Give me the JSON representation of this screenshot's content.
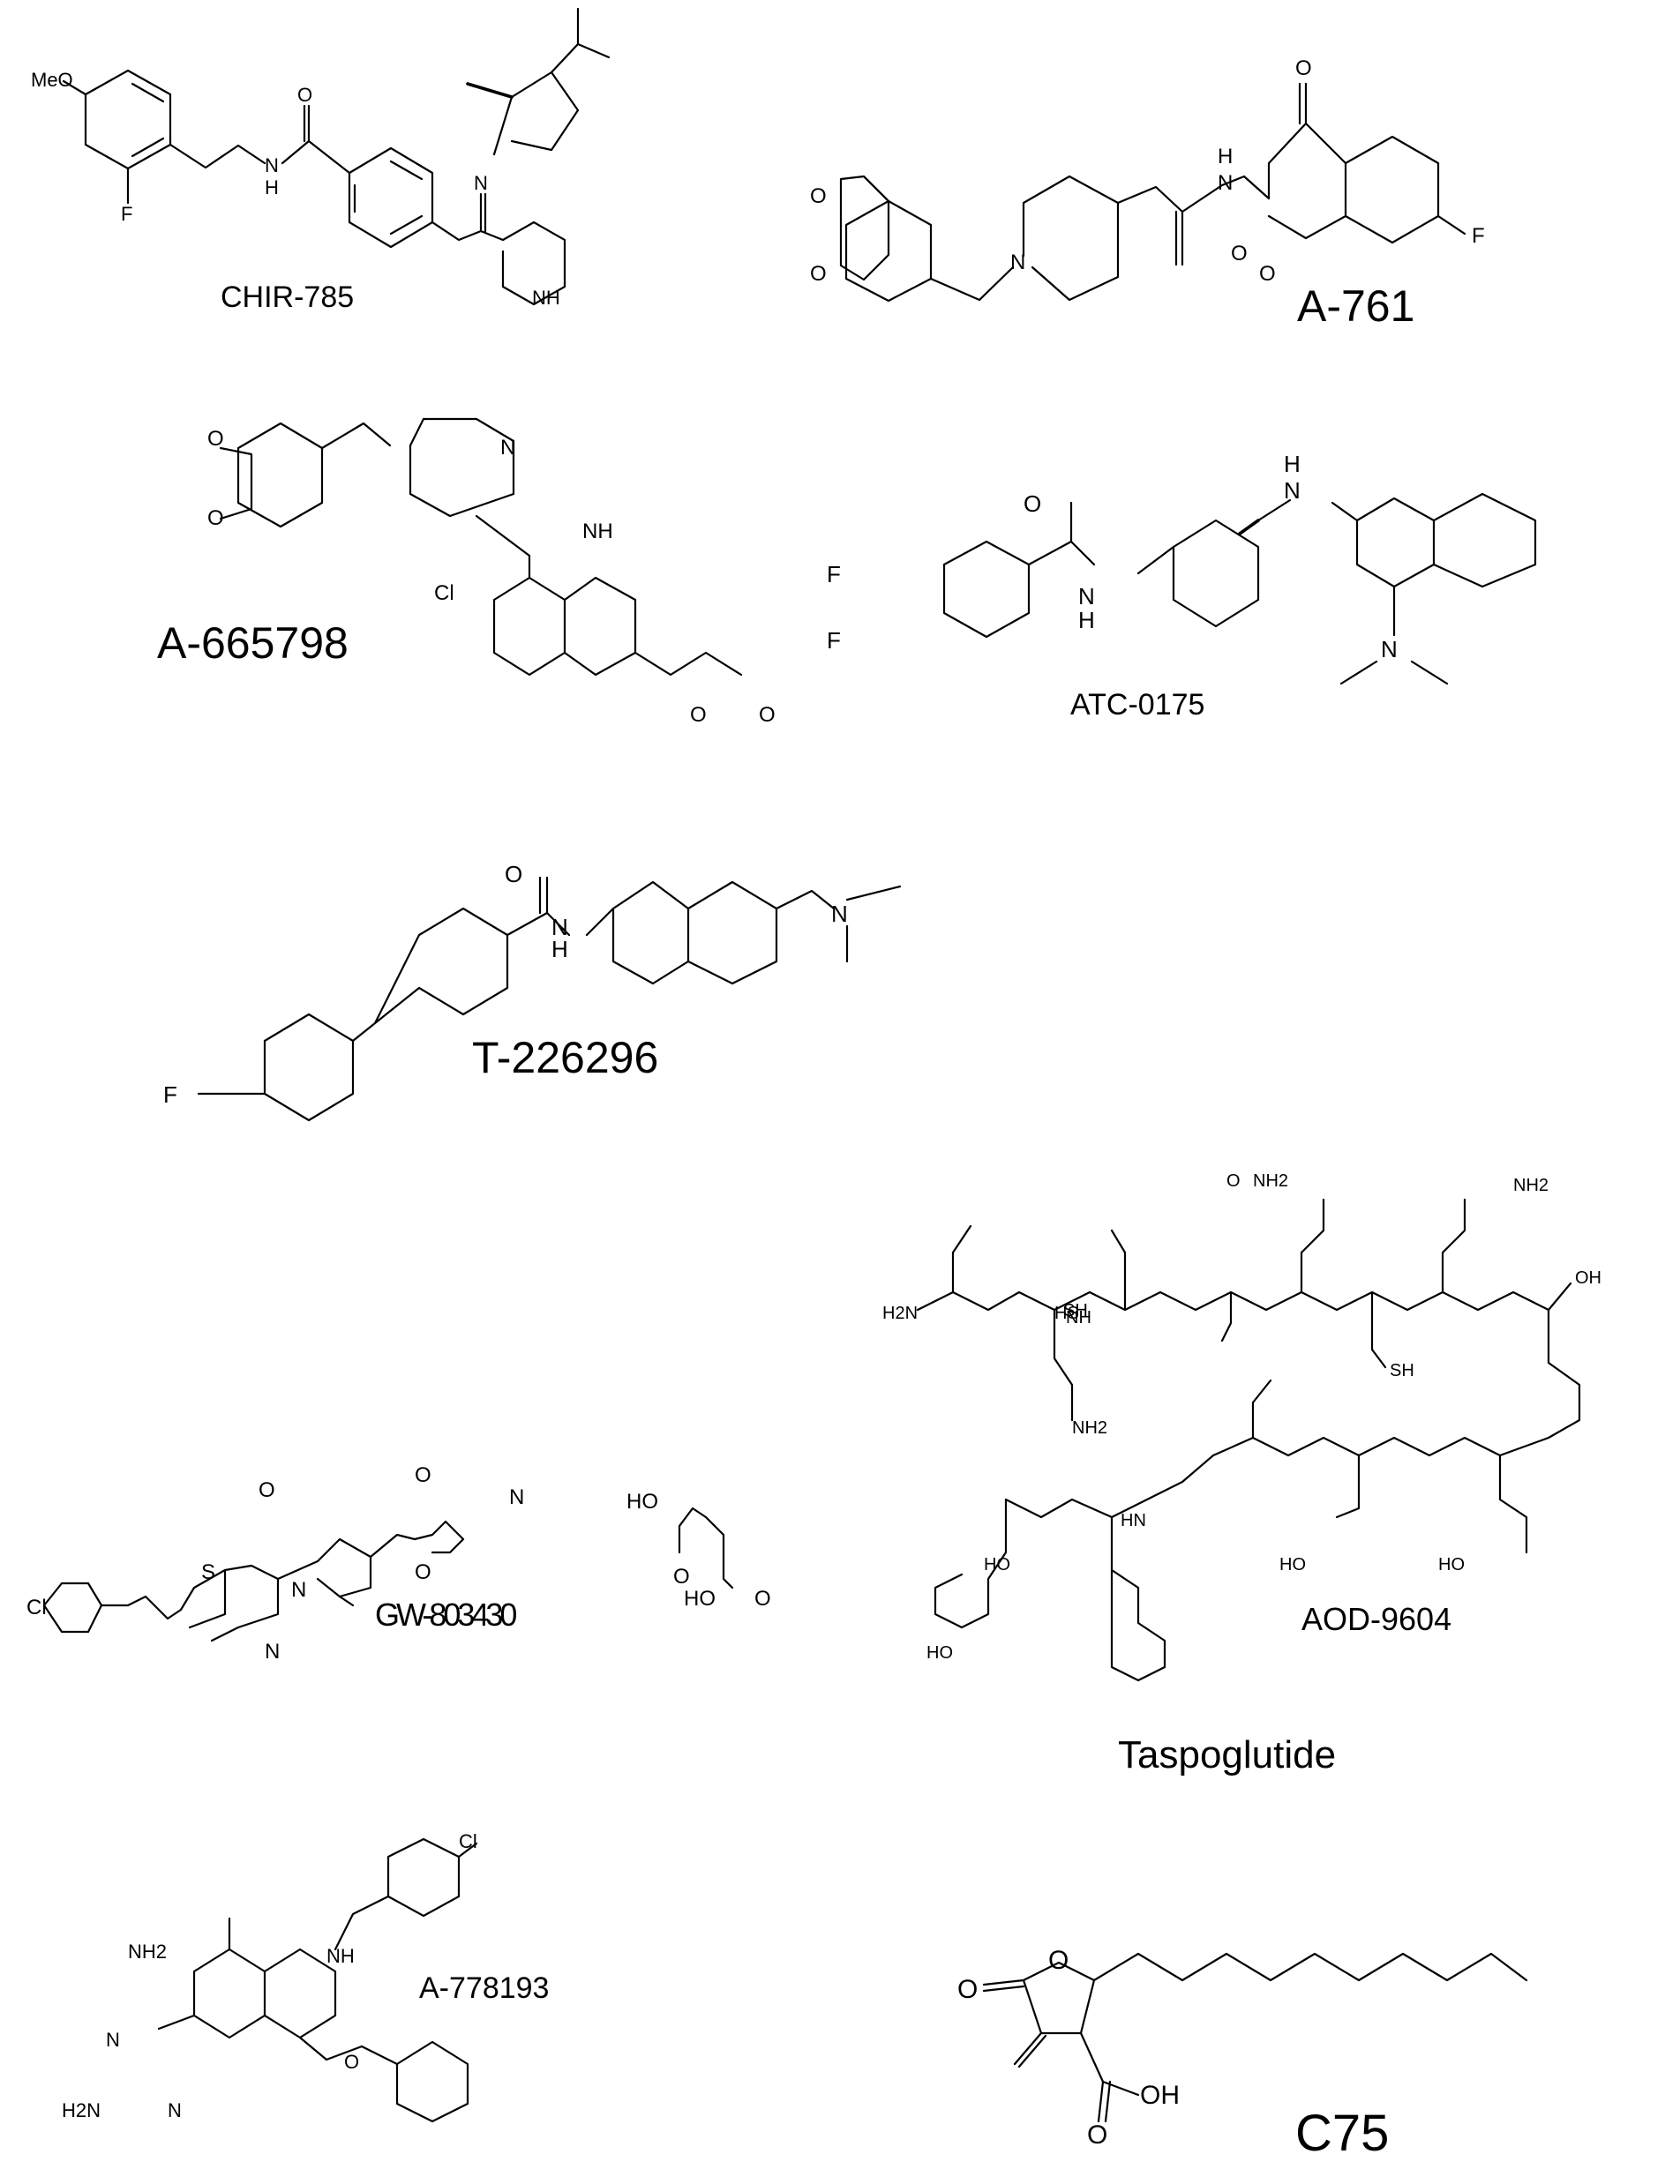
{
  "figure": {
    "compounds": [
      {
        "id": "chir785",
        "label": "CHIR-785"
      },
      {
        "id": "a761",
        "label": "A-761"
      },
      {
        "id": "a665798",
        "label": "A-665798"
      },
      {
        "id": "atc0175",
        "label": "ATC-0175"
      },
      {
        "id": "t226296",
        "label": "T-226296"
      },
      {
        "id": "gw803430",
        "label": "GW-803430"
      },
      {
        "id": "aod9604",
        "label": "AOD-9604"
      },
      {
        "id": "taspoglutide",
        "label": "Taspoglutide"
      },
      {
        "id": "a778193",
        "label": "A-778193"
      },
      {
        "id": "c75",
        "label": "C75"
      }
    ],
    "atoms": {
      "meo": "MeO",
      "f": "F",
      "o": "O",
      "n": "N",
      "nh": "NH",
      "h": "H",
      "cl": "Cl",
      "s": "S",
      "ho": "HO",
      "oh": "OH",
      "h2n": "H2N",
      "nh2": "NH2",
      "sh": "SH",
      "hs": "HS",
      "hn": "HN"
    }
  }
}
